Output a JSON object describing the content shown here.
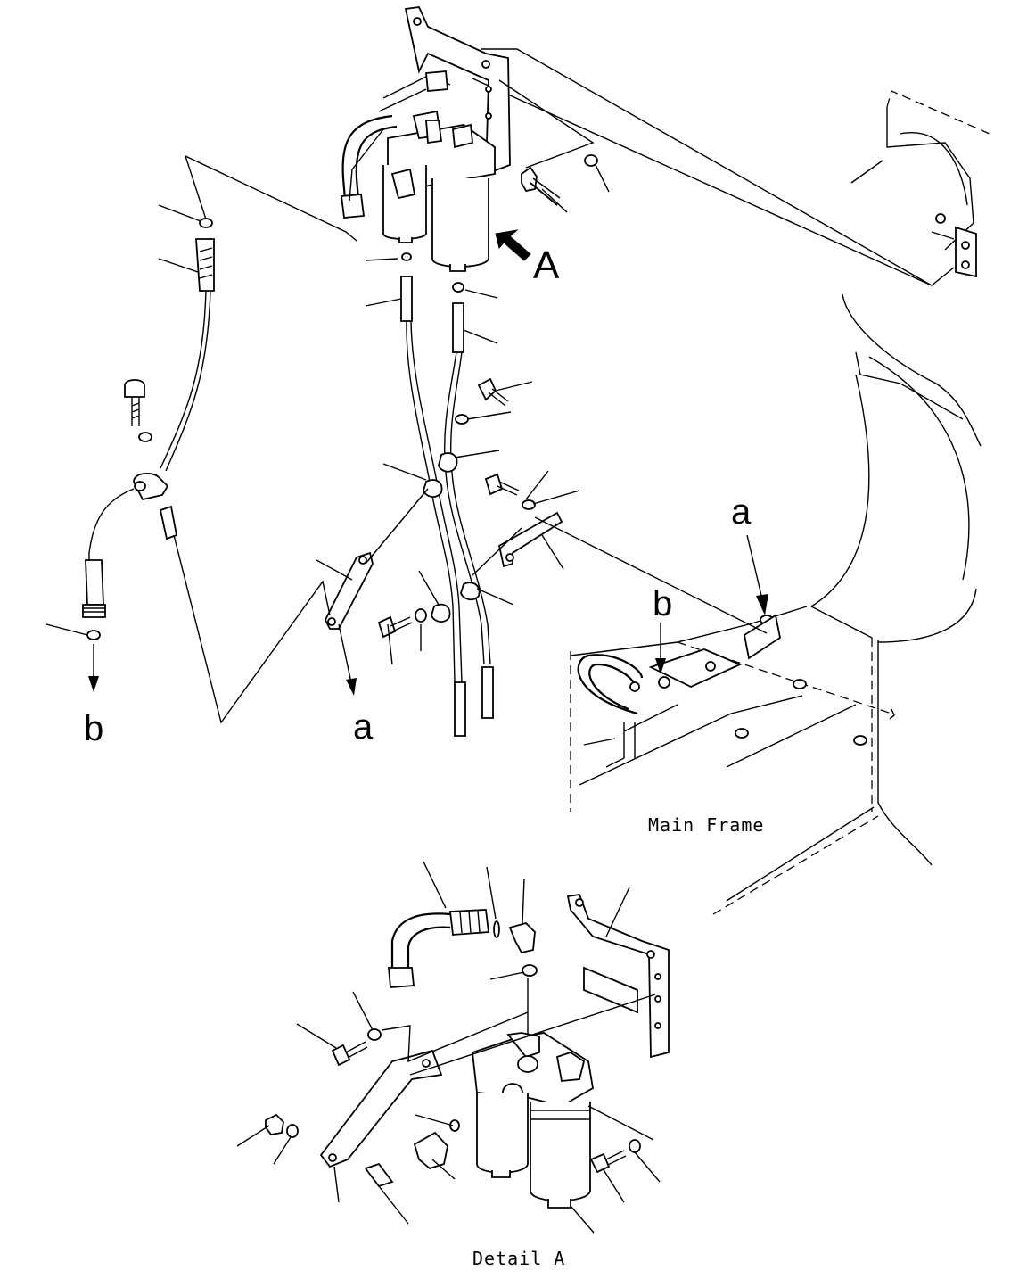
{
  "diagram": {
    "main_label_a_arrow": "A",
    "ref_a_left": "a",
    "ref_b_left": "b",
    "ref_a_frame": "a",
    "ref_b_frame": "b",
    "caption_main_frame": "Main Frame",
    "caption_detail": "Detail A"
  }
}
